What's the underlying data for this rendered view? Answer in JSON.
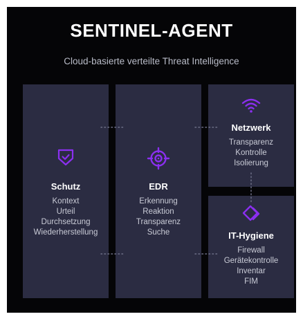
{
  "header": {
    "title": "SENTINEL-AGENT",
    "subtitle": "Cloud-basierte verteilte Threat Intelligence"
  },
  "colors": {
    "background": "#050507",
    "card": "#2b2c42",
    "accent": "#8b2ff0",
    "dots": "#6e7088"
  },
  "cards": {
    "schutz": {
      "label": "Schutz",
      "icon": "shield-check-icon",
      "items": [
        "Kontext",
        "Urteil",
        "Durchsetzung",
        "Wiederherstellung"
      ]
    },
    "edr": {
      "label": "EDR",
      "icon": "crosshair-target-icon",
      "items": [
        "Erkennung",
        "Reaktion",
        "Transparenz",
        "Suche"
      ]
    },
    "netzwerk": {
      "label": "Netzwerk",
      "icon": "wifi-icon",
      "items": [
        "Transparenz",
        "Kontrolle",
        "Isolierung"
      ]
    },
    "hygiene": {
      "label": "IT-Hygiene",
      "icon": "diamond-link-icon",
      "items": [
        "Firewall",
        "Gerätekontrolle",
        "Inventar",
        "FIM"
      ]
    }
  }
}
